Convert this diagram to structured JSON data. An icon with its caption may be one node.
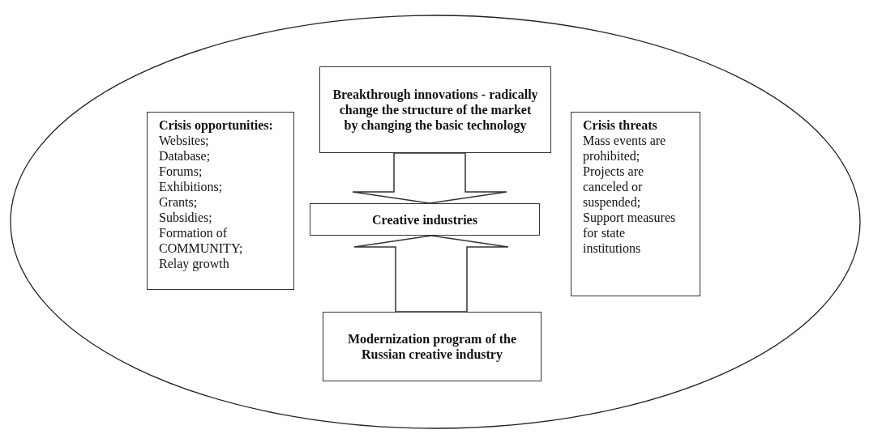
{
  "diagram": {
    "nodes": [
      {
        "text": [],
        "shape": "ellipse"
      },
      {
        "text": [
          "Breakthrough innovations - radically change the structure of the market by changing the basic technology"
        ],
        "in": 0
      },
      {
        "text": [
          "Crisis opportunities:",
          "Websites;",
          "Database;",
          "Forums;",
          "Exhibitions;",
          "Grants;",
          "Subsidies;",
          "Formation of COMMUNITY;",
          "Relay growth"
        ],
        "in": 0
      },
      {
        "text": [
          "Creative industries"
        ],
        "in": 0
      },
      {
        "text": [
          "Crisis threats",
          "Mass events are prohibited;",
          "Projects are canceled or suspended;",
          "Support measures for state institutions"
        ],
        "in": 0
      },
      {
        "text": [
          "Modernization program of the Russian creative industry"
        ],
        "in": 0
      }
    ],
    "edges": [
      {
        "from": 1,
        "to": 3,
        "arrow": "to"
      },
      {
        "from": 5,
        "to": 3,
        "arrow": "to"
      }
    ]
  }
}
